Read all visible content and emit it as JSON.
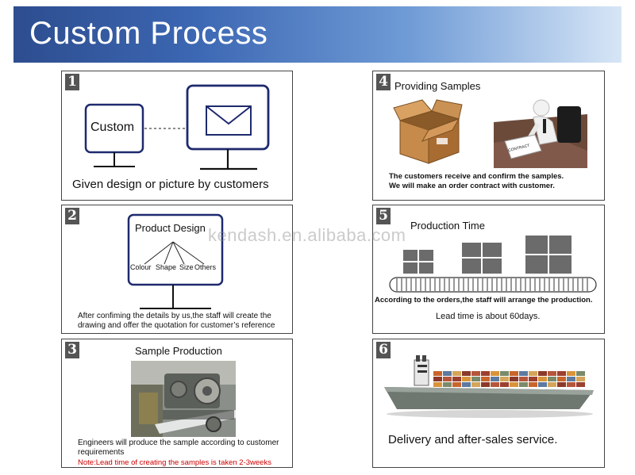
{
  "header": {
    "title": "Custom Process"
  },
  "watermark": "kendash.en.alibaba.com",
  "steps": [
    {
      "number": "1",
      "monitor_label": "Custom",
      "caption": "Given design or picture by customers"
    },
    {
      "number": "2",
      "title": "Product Design",
      "branches": [
        "Colour",
        "Shape",
        "Size",
        "Others"
      ],
      "caption": "After confiming the details by us,the staff will create the drawing and offer the quotation for customer’s reference"
    },
    {
      "number": "3",
      "title": "Sample Production",
      "caption": "Engineers will produce the sample according to customer requirements",
      "note": "Note:Lead time of creating the samples is taken 2-3weeks",
      "note_color": "#cc0000"
    },
    {
      "number": "4",
      "title": "Providing Samples",
      "paper_label": "CONTRACT",
      "caption_line1": "The customers receive and confirm the samples.",
      "caption_line2": "We will make an order contract with customer."
    },
    {
      "number": "5",
      "title": "Production Time",
      "caption": "According to the orders,the staff will arrange the production.",
      "lead_time": "Lead time is about 60days."
    },
    {
      "number": "6",
      "caption": "Delivery and after-sales service."
    }
  ],
  "colors": {
    "header_dark": "#2d4d8f",
    "icon_outline": "#1e2a6e",
    "badge": "#555555"
  }
}
